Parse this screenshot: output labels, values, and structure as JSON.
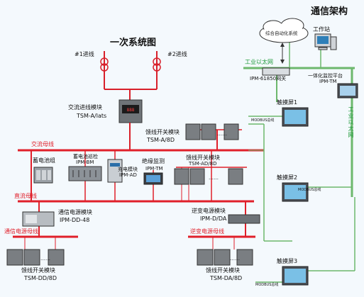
{
  "title_main": "一次系统图",
  "title_comm": "通信架构",
  "incoming": {
    "line1": "#1进线",
    "line2": "#2进线"
  },
  "ac_incoming_module": {
    "name": "交流进线模块",
    "model": "TSM-A/lats"
  },
  "feeder_switch_top": {
    "name": "馈线开关模块",
    "model": "TSM-A/8D"
  },
  "buses": {
    "ac": "交流母线",
    "dc": "直流母线",
    "comm_power": "通信电源母线",
    "inverter": "逆变电源母线"
  },
  "battery_group": "蓄电池组",
  "battery_inspection": {
    "name": "蓄电池巡检",
    "model": "IPM-BM"
  },
  "charger": {
    "name": "充电模块",
    "model": "IPM-AD"
  },
  "insulation": {
    "name": "绝缘监测",
    "model": "IPM-TM"
  },
  "feeder_dc": {
    "name": "馈线开关模块",
    "model": "TSM-AD/8D"
  },
  "comm_power_module": {
    "name": "通信电源模块",
    "model": "IPM-DD-48"
  },
  "inverter_module": {
    "name": "逆变电源模块",
    "model": "IPM-D/DA"
  },
  "feeder_bottom_left": {
    "name": "馈线开关模块",
    "model": "TSM-DD/8D"
  },
  "feeder_bottom_right": {
    "name": "馈线开关模块",
    "model": "TSM-DA/8D"
  },
  "cloud_label": "综合自动化系统",
  "workstation": "工作站",
  "industrial_ethernet": "工业以太网",
  "gateway": "IPM-61850网关",
  "platform": {
    "name": "一体化监控平台",
    "model": "IPM-TM"
  },
  "touch_screens": [
    "触摸屏1",
    "触摸屏2",
    "触摸屏3"
  ],
  "modbus": "MODBUS总线",
  "dots": "……"
}
